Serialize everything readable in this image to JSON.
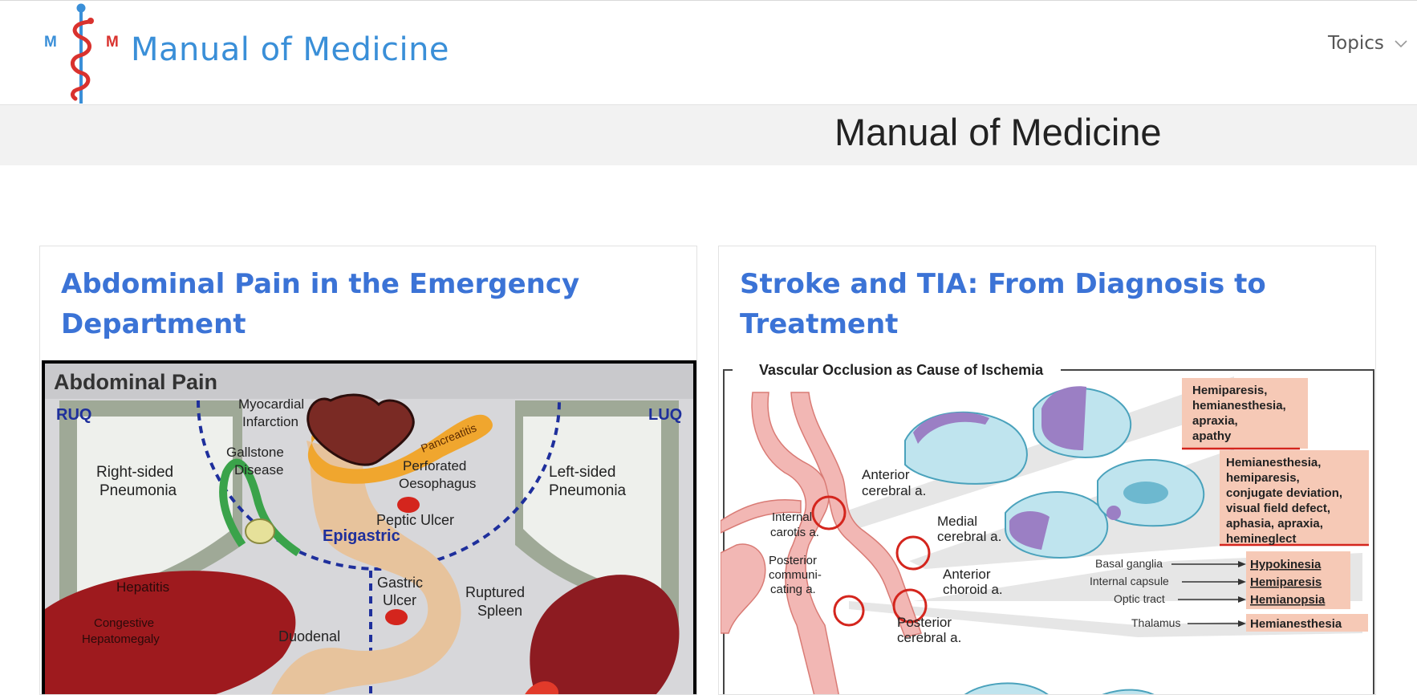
{
  "header": {
    "brand": "Manual of Medicine",
    "logo_letters": [
      "M",
      "M"
    ],
    "nav_topics": "Topics",
    "colors": {
      "brand": "#3a8fd8",
      "logo_snake": "#d9322e",
      "logo_staff": "#3a8fd8"
    }
  },
  "page": {
    "title": "Manual of Medicine"
  },
  "cards": [
    {
      "title": "Abdominal Pain in the Emergency Department",
      "image": {
        "heading": "Abdominal Pain",
        "labels": {
          "ruq": "RUQ",
          "luq": "LUQ",
          "epigastric": "Epigastric",
          "mi_1": "Myocardial",
          "mi_2": "Infarction",
          "gall_1": "Gallstone",
          "gall_2": "Disease",
          "pancreatitis": "Pancreatitis",
          "perf_1": "Perforated",
          "perf_2": "Oesophagus",
          "rpn_1": "Right-sided",
          "rpn_2": "Pneumonia",
          "lpn_1": "Left-sided",
          "lpn_2": "Pneumonia",
          "peptic": "Peptic Ulcer",
          "hepatitis": "Hepatitis",
          "cong_1": "Congestive",
          "cong_2": "Hepatomegaly",
          "gastric_1": "Gastric",
          "gastric_2": "Ulcer",
          "spleen_1": "Ruptured",
          "spleen_2": "Spleen",
          "duodenal": "Duodenal"
        }
      }
    },
    {
      "title": "Stroke and TIA: From Diagnosis to Treatment",
      "image": {
        "heading": "Vascular Occlusion as Cause of Ischemia",
        "labels": {
          "aca_1": "Anterior",
          "aca_2": "cerebral a.",
          "ica_1": "Internal",
          "ica_2": "carotis a.",
          "mca_1": "Medial",
          "mca_2": "cerebral a.",
          "pcom_1": "Posterior",
          "pcom_2": "communi-",
          "pcom_3": "cating a.",
          "ach_1": "Anterior",
          "ach_2": "choroid a.",
          "pca_1": "Posterior",
          "pca_2": "cerebral a.",
          "box1": [
            "Hemiparesis,",
            "hemianesthesia,",
            "apraxia,",
            "apathy"
          ],
          "box2": [
            "Hemianesthesia,",
            "hemiparesis,",
            "conjugate deviation,",
            "visual field defect,",
            "aphasia, apraxia,",
            "hemineglect"
          ],
          "basal": "Basal ganglia",
          "capsule": "Internal capsule",
          "optic": "Optic tract",
          "thalamus": "Thalamus",
          "hypokinesia": "Hypokinesia",
          "hemiparesis": "Hemiparesis",
          "hemianopsia": "Hemianopsia",
          "hemianesthesia": "Hemianesthesia"
        }
      }
    }
  ]
}
